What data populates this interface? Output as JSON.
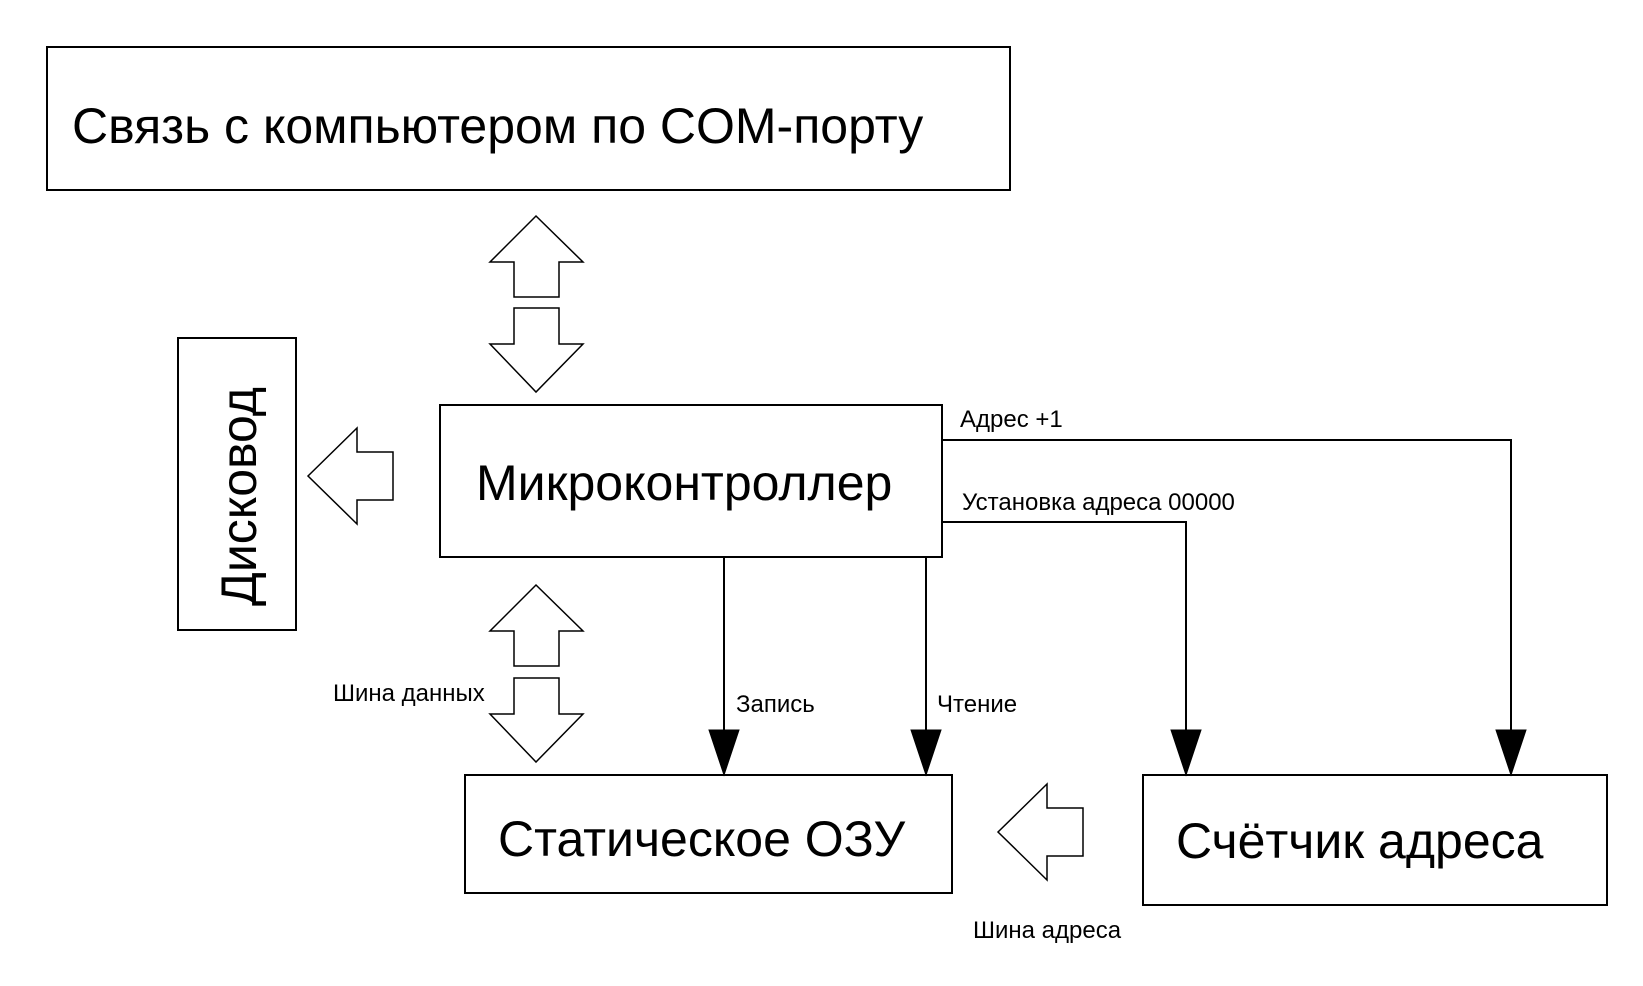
{
  "blocks": {
    "com_port": "Связь с компьютером по COM-порту",
    "drive": "Дисковод",
    "mcu": "Микроконтроллер",
    "sram": "Статическое ОЗУ",
    "counter": "Счётчик адреса"
  },
  "signals": {
    "addr_inc": "Адрес +1",
    "addr_reset": "Установка адреса 00000",
    "write": "Запись",
    "read": "Чтение",
    "data_bus": "Шина данных",
    "addr_bus": "Шина адреса"
  }
}
